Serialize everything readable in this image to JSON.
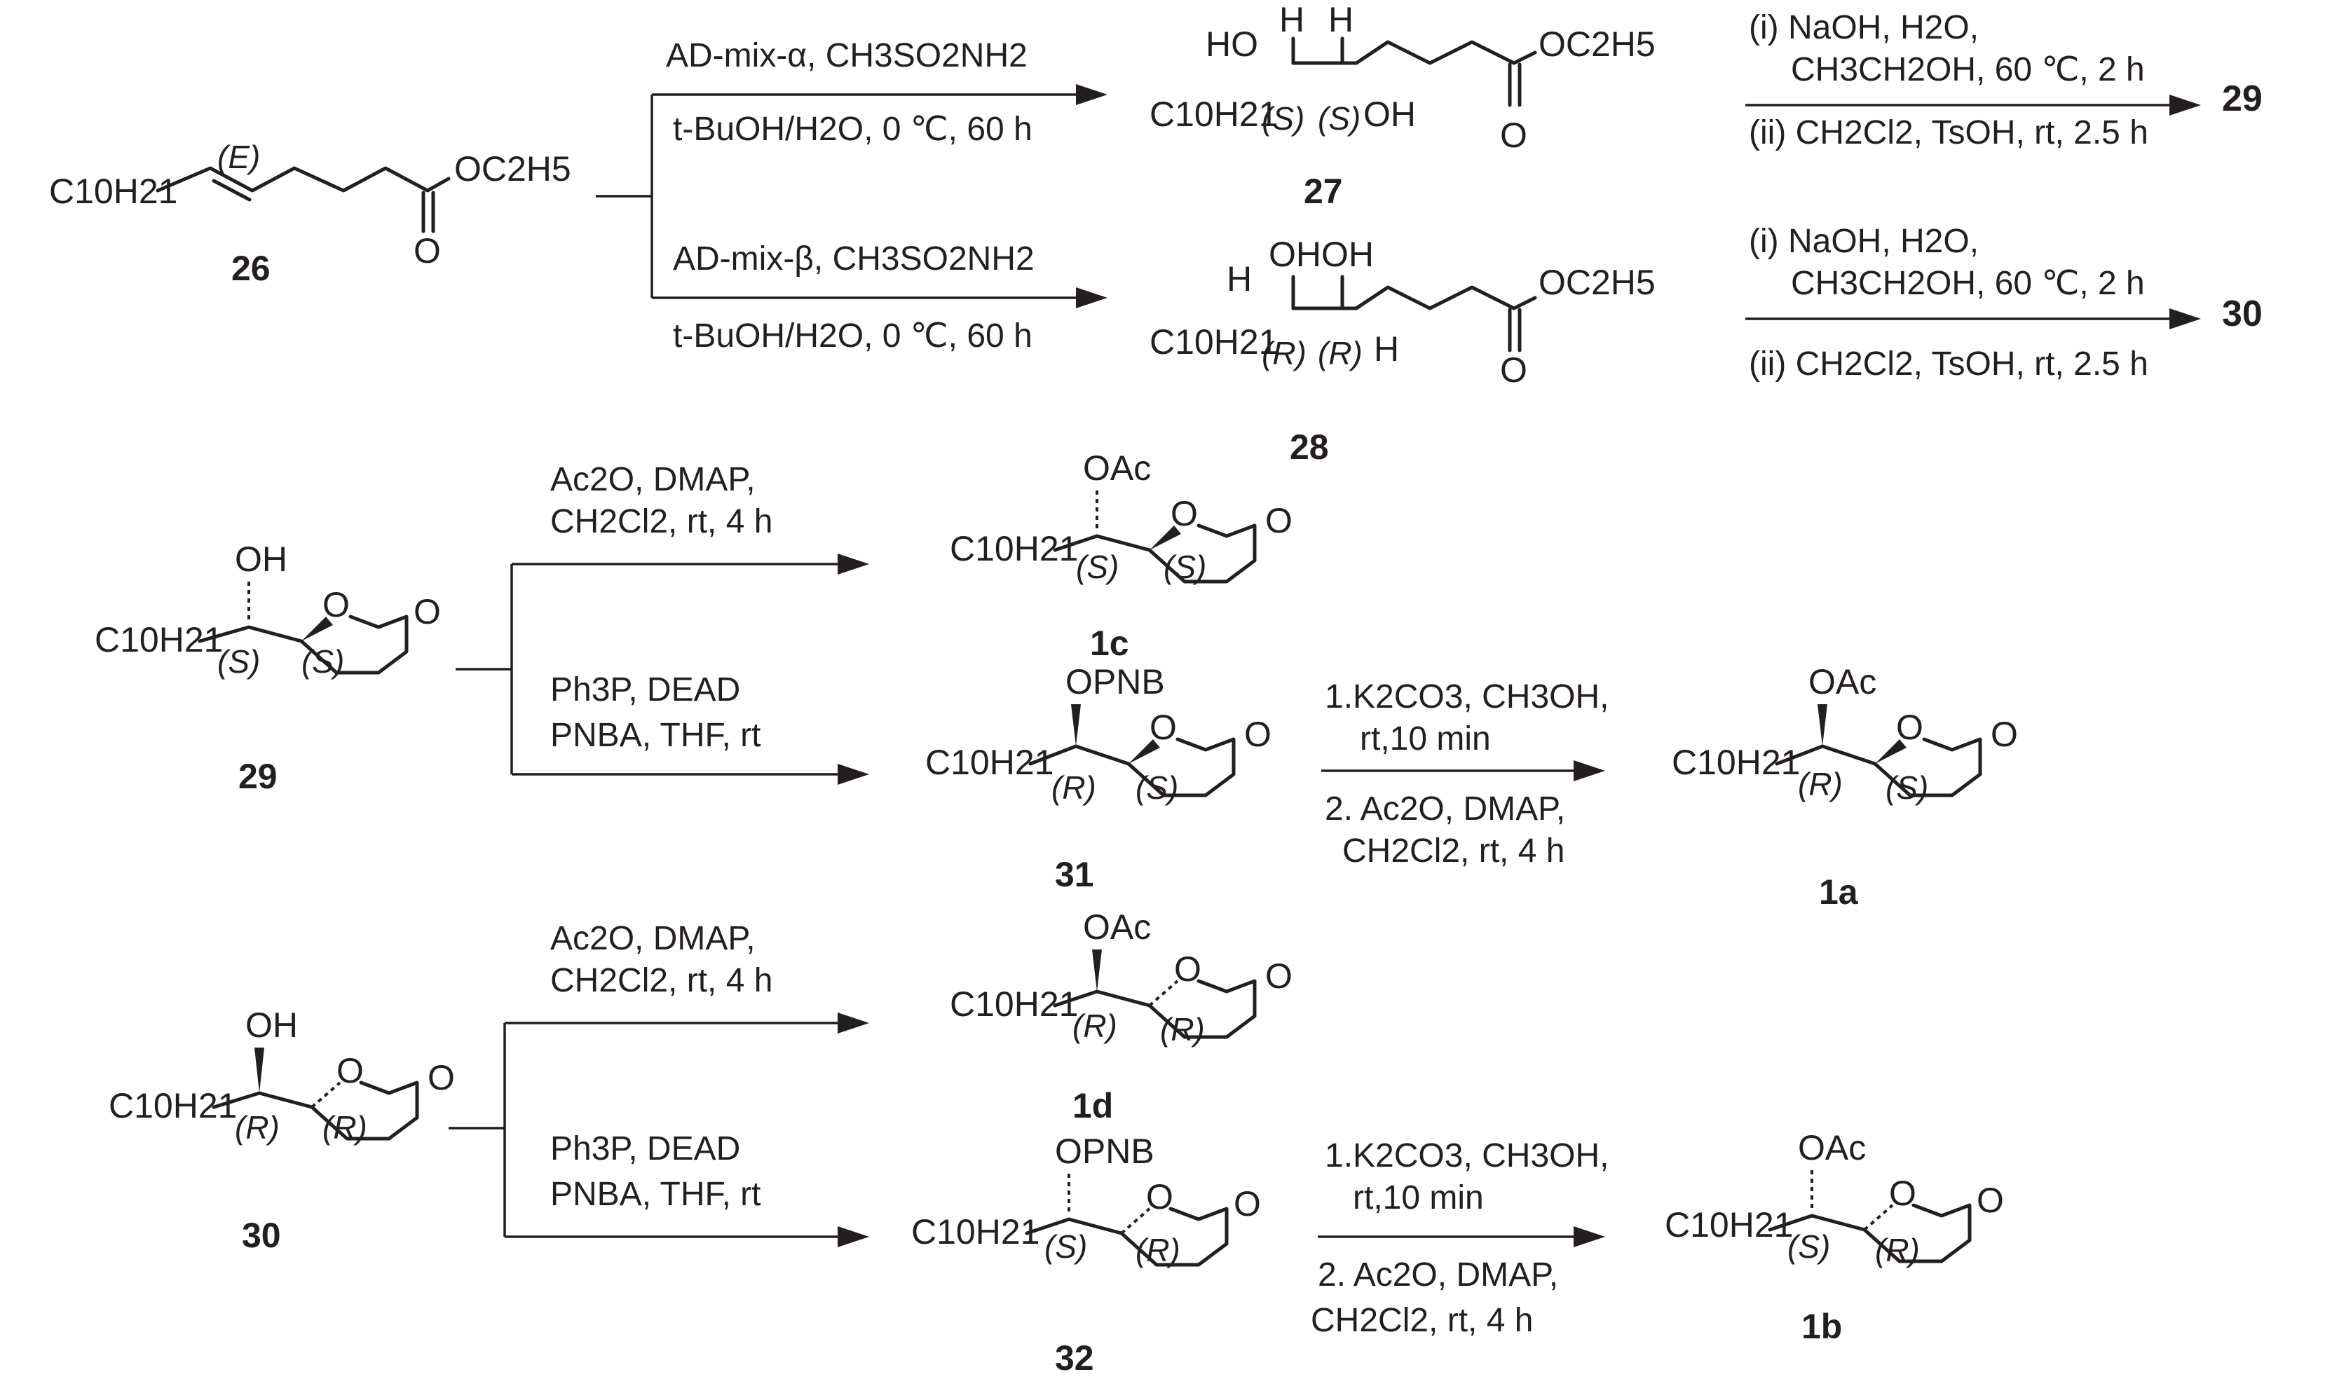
{
  "compounds": {
    "c26": {
      "label": "26",
      "chain": "C10H21",
      "stereo_desc": "(E)",
      "ester": "OC2H5",
      "carbonyl_o": "O"
    },
    "c27": {
      "label": "27",
      "chain": "C10H21",
      "ho": "HO",
      "oh": "OH",
      "h1": "H",
      "h2": "H",
      "stereo1": "(S)",
      "stereo2": "(S)",
      "ester": "OC2H5",
      "carbonyl_o": "O"
    },
    "c28": {
      "label": "28",
      "chain": "C10H21",
      "ohoh": "OHOH",
      "h1": "H",
      "h2": "H",
      "stereo1": "(R)",
      "stereo2": "(R)",
      "ester": "OC2H5",
      "carbonyl_o": "O"
    },
    "c29": {
      "label": "29",
      "chain": "C10H21",
      "oh": "OH",
      "stereo1": "(S)",
      "stereo2": "(S)",
      "ring_o": "O",
      "carbonyl_o": "O"
    },
    "c30": {
      "label": "30",
      "chain": "C10H21",
      "oh": "OH",
      "stereo1": "(R)",
      "stereo2": "(R)",
      "ring_o": "O",
      "carbonyl_o": "O"
    },
    "c1c": {
      "label": "1c",
      "chain": "C10H21",
      "sub": "OAc",
      "stereo1": "(S)",
      "stereo2": "(S)",
      "ring_o": "O",
      "carbonyl_o": "O"
    },
    "c31": {
      "label": "31",
      "chain": "C10H21",
      "sub": "OPNB",
      "stereo1": "(R)",
      "stereo2": "(S)",
      "ring_o": "O",
      "carbonyl_o": "O"
    },
    "c1a": {
      "label": "1a",
      "chain": "C10H21",
      "sub": "OAc",
      "stereo1": "(R)",
      "stereo2": "(S)",
      "ring_o": "O",
      "carbonyl_o": "O"
    },
    "c1d": {
      "label": "1d",
      "chain": "C10H21",
      "sub": "OAc",
      "stereo1": "(R)",
      "stereo2": "(R)",
      "ring_o": "O",
      "carbonyl_o": "O"
    },
    "c32": {
      "label": "32",
      "chain": "C10H21",
      "sub": "OPNB",
      "stereo1": "(S)",
      "stereo2": "(R)",
      "ring_o": "O",
      "carbonyl_o": "O"
    },
    "c1b": {
      "label": "1b",
      "chain": "C10H21",
      "sub": "OAc",
      "stereo1": "(S)",
      "stereo2": "(R)",
      "ring_o": "O",
      "carbonyl_o": "O"
    }
  },
  "conditions": {
    "r27_top": "AD-mix-α, CH3SO2NH2",
    "r27_bottom": "t-BuOH/H2O, 0 ℃, 60 h",
    "r28_top": "AD-mix-β, CH3SO2NH2",
    "r28_bottom": "t-BuOH/H2O, 0 ℃, 60 h",
    "r29_line1": "(i) NaOH, H2O,",
    "r29_line2": "CH3CH2OH, 60 ℃, 2 h",
    "r29_line3": "(ii) CH2Cl2, TsOH, rt, 2.5 h",
    "r29_product": "29",
    "r30_line1": "(i) NaOH, H2O,",
    "r30_line2": "CH3CH2OH, 60 ℃, 2 h",
    "r30_line3": "(ii) CH2Cl2, TsOH, rt, 2.5 h",
    "r30_product": "30",
    "acetylation_line1": "Ac2O, DMAP,",
    "acetylation_line2": "CH2Cl2, rt, 4 h",
    "mitsunobu_line1": "Ph3P, DEAD",
    "mitsunobu_line2": "PNBA, THF, rt",
    "deprot_line1": "1.K2CO3, CH3OH,",
    "deprot_line2": "rt,10 min",
    "deprot_line3": "2. Ac2O, DMAP,",
    "deprot_line4": "CH2Cl2, rt, 4 h"
  }
}
